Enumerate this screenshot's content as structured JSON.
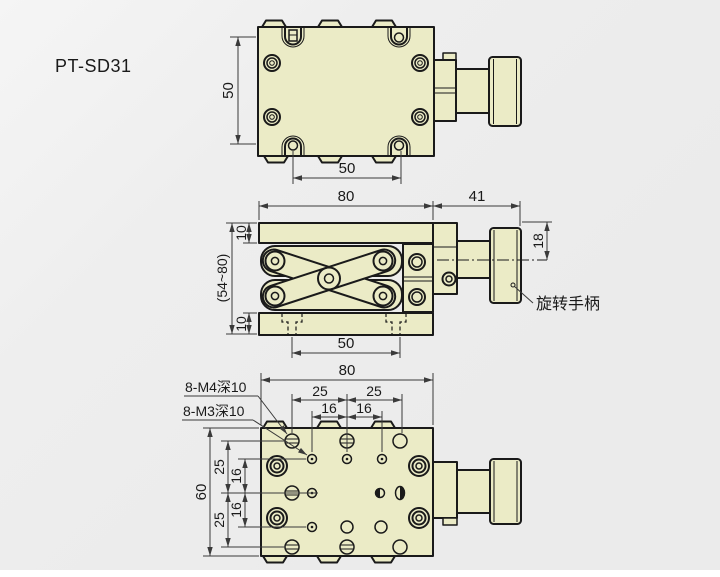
{
  "title": "PT-SD31",
  "colors": {
    "body": "#ebebc6",
    "outline": "#1a1a1a",
    "dim": "#3a3a3a",
    "bg": "#ebebeb"
  },
  "views": {
    "top": {
      "dims": {
        "height": "50",
        "hole_span": "50"
      }
    },
    "front": {
      "dims": {
        "body_width": "80",
        "handle_length": "41",
        "top_plate": "10",
        "height_range": "(54~80)",
        "bottom_plate": "10",
        "handle_height": "18",
        "hole_span": "50"
      },
      "labels": {
        "handle": "旋转手柄"
      }
    },
    "bottom": {
      "dims": {
        "body_width": "80",
        "m4_span_left": "25",
        "m4_span_right": "25",
        "m3_span_left": "16",
        "m3_span_right": "16",
        "body_height": "60",
        "v25_top": "25",
        "v16_top": "16",
        "v16_bottom": "16",
        "v25_bottom": "25"
      },
      "labels": {
        "m4_holes": "8-M4深10",
        "m3_holes": "8-M3深10"
      }
    }
  }
}
